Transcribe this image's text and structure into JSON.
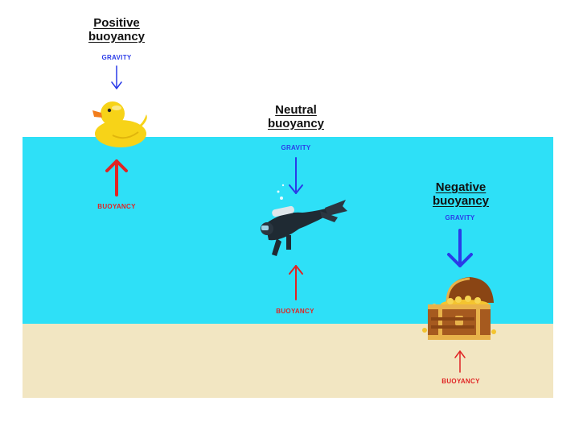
{
  "diagram": {
    "positive": {
      "title_line1": "Positive",
      "title_line2": "buoyancy",
      "gravity_label": "GRAVITY",
      "buoyancy_label": "BUOYANCY"
    },
    "neutral": {
      "title_line1": "Neutral",
      "title_line2": "buoyancy",
      "gravity_label": "GRAVITY",
      "buoyancy_label": "BUOYANCY"
    },
    "negative": {
      "title_line1": "Negative",
      "title_line2": "buoyancy",
      "gravity_label": "GRAVITY",
      "buoyancy_label": "BUOYANCY"
    },
    "colors": {
      "water": "#2ee0f7",
      "sand": "#f2e6c2",
      "gravity_arrow": "#2a3be8",
      "buoyancy_arrow": "#e02424"
    },
    "icons": [
      "rubber-duck-icon",
      "scuba-diver-icon",
      "treasure-chest-icon"
    ]
  }
}
